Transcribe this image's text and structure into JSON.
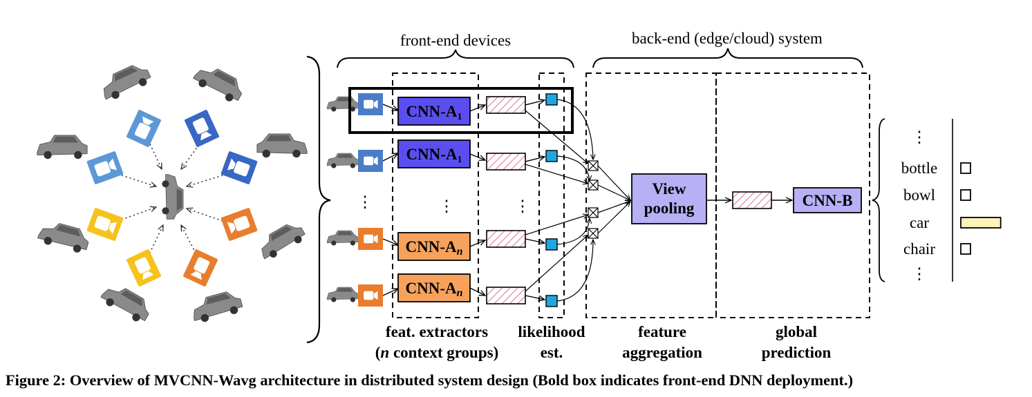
{
  "labels": {
    "front_end": "front-end devices",
    "back_end": "back-end (edge/cloud) system",
    "feat_extractors_1": "feat. extractors",
    "feat_extractors_2_pre": "(",
    "feat_extractors_2_n": "n",
    "feat_extractors_2_post": " context groups)",
    "likelihood_1": "likelihood",
    "likelihood_2": "est.",
    "aggregation_1": "feature",
    "aggregation_2": "aggregation",
    "prediction_1": "global",
    "prediction_2": "prediction",
    "ellipsis": "⋮"
  },
  "cnn_a": {
    "prefix": "CNN-A",
    "sub_1": "1",
    "sub_n": "n"
  },
  "view_pooling": {
    "line1": "View",
    "line2": "pooling"
  },
  "cnn_b": "CNN-B",
  "classes": [
    "bottle",
    "bowl",
    "car",
    "chair"
  ],
  "class_scores": [
    0.2,
    0.15,
    0.85,
    0.12
  ],
  "colors": {
    "blue_camera": "#4a7cc7",
    "orange_camera": "#e87d2e",
    "cnn_a_blue": "#5b4ef0",
    "cnn_a_orange": "#f6a25c",
    "cnn_b_fill": "#b7b0f5",
    "likelihood": "#1fa8e0",
    "feature_hatch": "#d9738c",
    "car_score": "#fbf3b8"
  },
  "caption": "Figure 2: Overview of MVCNN-Wavg architecture in distributed system design (Bold box indicates front-end DNN deployment.)"
}
